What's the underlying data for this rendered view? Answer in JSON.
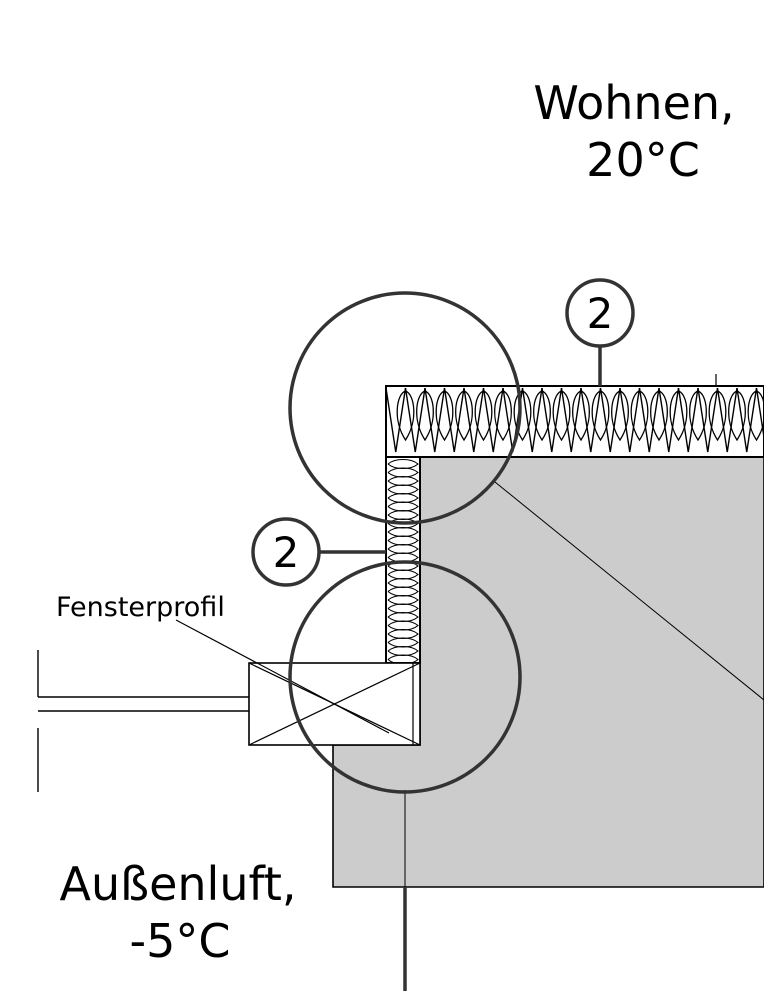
{
  "labels": {
    "inside_line1": "Wohnen,",
    "inside_line2": "20°C",
    "outside_line1": "Außenluft,",
    "outside_line2": "-5°C",
    "window_profile": "Fensterprofil",
    "callout_top": "2",
    "callout_left": "2"
  },
  "colors": {
    "concrete": "#cccccc",
    "stroke": "#000000",
    "circle": "#333333"
  }
}
